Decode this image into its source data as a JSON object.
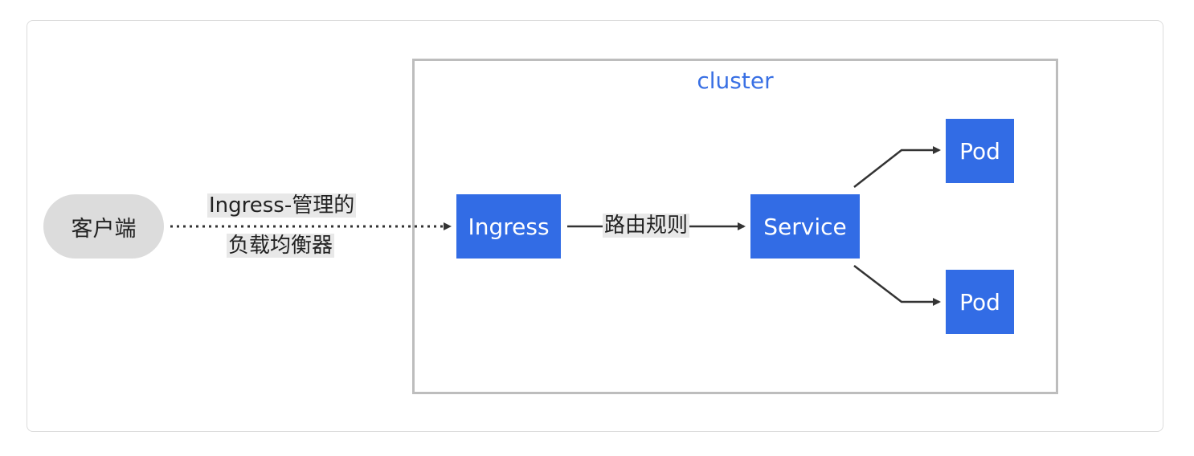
{
  "diagram": {
    "cluster_label": "cluster",
    "nodes": {
      "client": "客户端",
      "ingress": "Ingress",
      "service": "Service",
      "pod_top": "Pod",
      "pod_bottom": "Pod"
    },
    "edges": {
      "client_to_ingress": {
        "label_line1": "Ingress-管理的",
        "label_line2": "负载均衡器",
        "style": "dotted"
      },
      "ingress_to_service": {
        "label": "路由规则",
        "style": "solid"
      },
      "service_to_pod_top": {
        "style": "solid"
      },
      "service_to_pod_bottom": {
        "style": "solid"
      }
    },
    "colors": {
      "node_fill": "#326ce5",
      "node_text": "#ffffff",
      "client_fill": "#dcdcdc",
      "cluster_border": "#bdbdbd",
      "cluster_label": "#3970e4",
      "edge": "#333333",
      "edge_label_bg": "#e8e8e8"
    }
  }
}
